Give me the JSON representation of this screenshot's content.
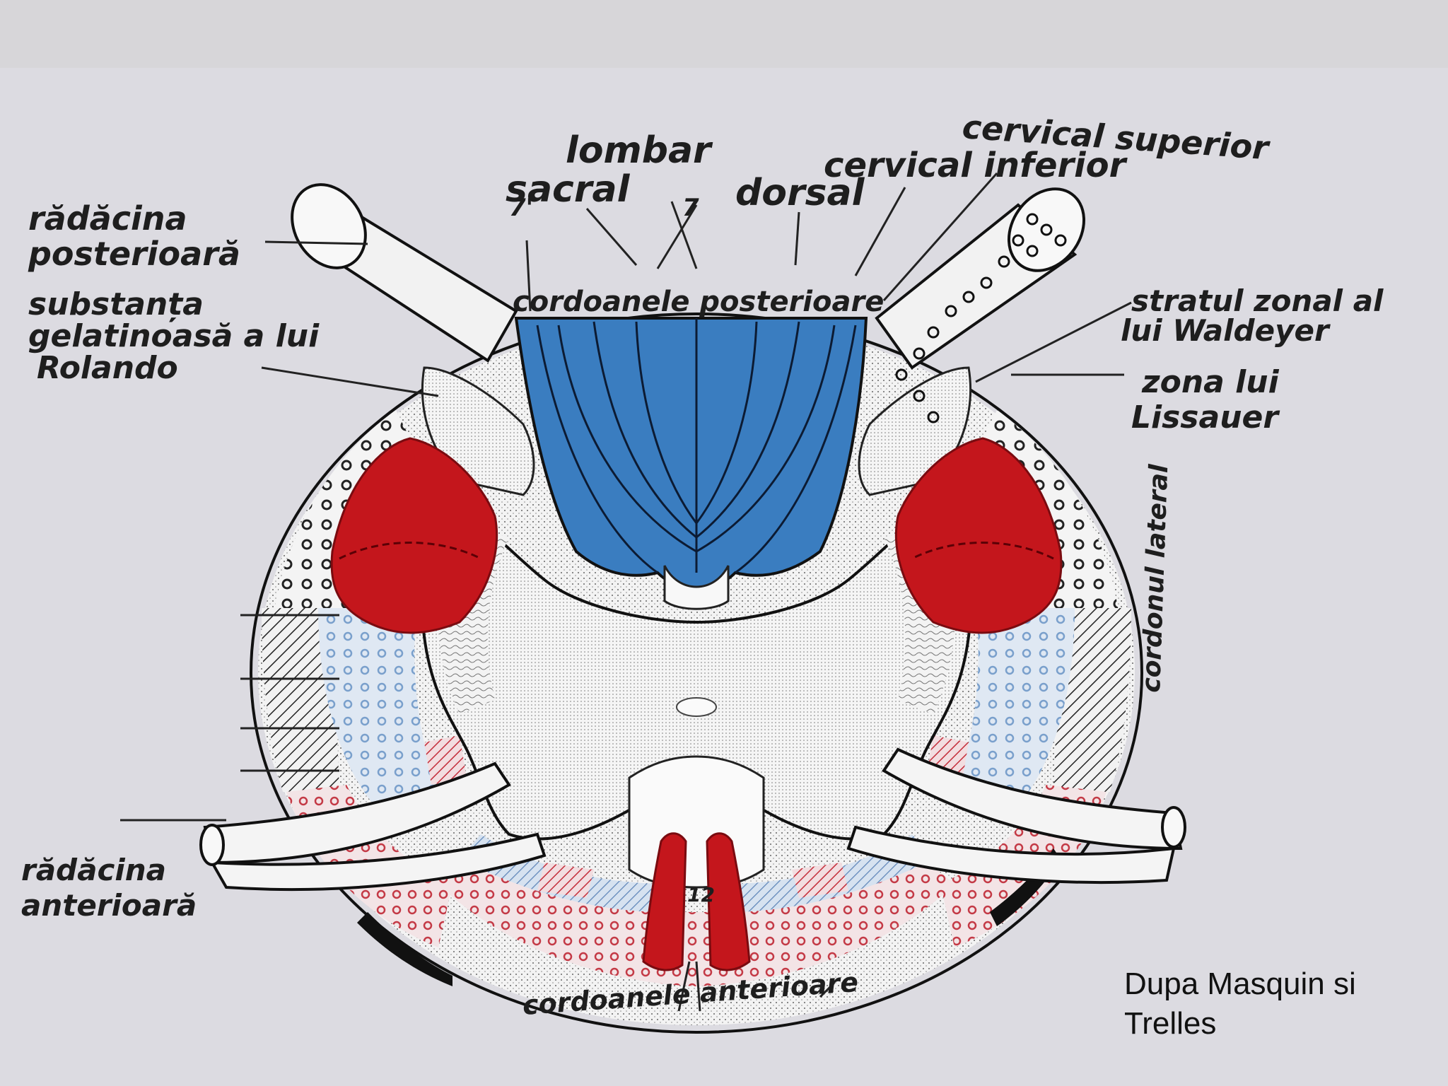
{
  "labels": {
    "radacina_posterioara": [
      "rădăcina",
      "posterioară"
    ],
    "substanta_gelatinoasa": [
      "substanța",
      "gelatinoasă a lui",
      "Rolando"
    ],
    "lombar": "lombar",
    "sacral": "sacral",
    "dorsal": "dorsal",
    "cervical_inferior": "cervical inferior",
    "cervical_superior": "cervical superior",
    "cordoanele_posterioare": "cordoanele posterioare",
    "stratul_zonal": [
      "stratul zonal al",
      "lui Waldeyer"
    ],
    "zona_lissauer": [
      "zona lui",
      "Lissauer"
    ],
    "cordonul_lateral": "cordonul lateral",
    "radacina_anterioara": [
      "rădăcina",
      "anterioară"
    ],
    "cordoanele_anterioare": "cordoanele anterioare",
    "mark_7prime": "7'",
    "mark_7": "7",
    "mark_12": "12"
  },
  "credit": [
    "Dupa Masquin si",
    "Trelles"
  ],
  "colors": {
    "posterior_columns": "#3a7dc0",
    "red_tracts": "#c4161c",
    "light_blue_tracts": "#b9cde6",
    "gray_matter": "#f4f4f4",
    "background": "#dcdbe1"
  }
}
